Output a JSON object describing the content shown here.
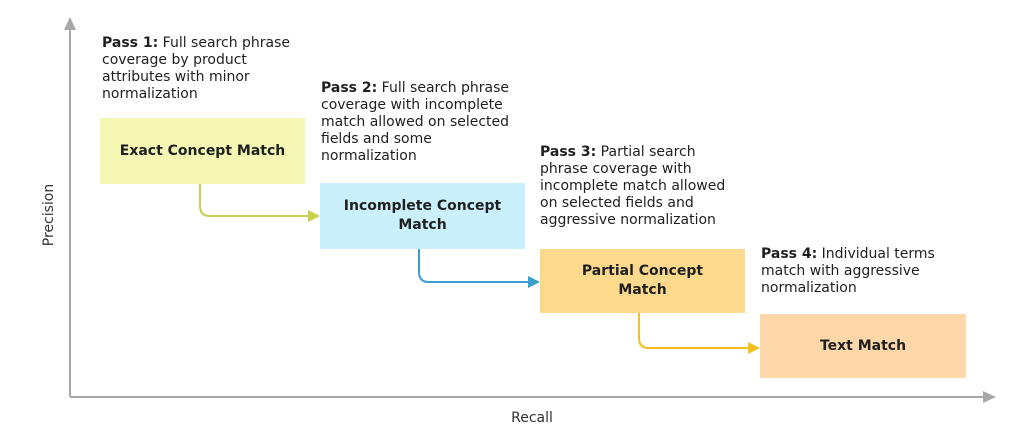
{
  "axes": {
    "y_label": "Precision",
    "x_label": "Recall"
  },
  "passes": [
    {
      "heading": "Pass 1:",
      "lines": [
        "Full search phrase",
        "coverage by product",
        "attributes with minor",
        "normalization"
      ]
    },
    {
      "heading": "Pass 2:",
      "lines": [
        "Full search phrase",
        "coverage with incomplete",
        "match allowed on selected",
        "fields and some",
        "normalization"
      ]
    },
    {
      "heading": "Pass 3:",
      "lines": [
        "Partial search",
        "phrase coverage with",
        "incomplete match allowed",
        "on selected fields and",
        "aggressive normalization"
      ]
    },
    {
      "heading": "Pass 4:",
      "lines": [
        "Individual terms",
        "match with aggressive",
        "normalization"
      ]
    }
  ],
  "stages": [
    {
      "label": "Exact Concept Match",
      "color": "#f4f7b4"
    },
    {
      "label": "Incomplete Concept Match",
      "color": "#c9f0fb"
    },
    {
      "label": "Partial Concept Match",
      "color": "#fdd98e"
    },
    {
      "label": "Text Match",
      "color": "#fdd7a8"
    }
  ],
  "connector_colors": [
    "#c6cf4e",
    "#3a9fcf",
    "#f5bf1e"
  ],
  "axis_color": "#a8a8a8"
}
